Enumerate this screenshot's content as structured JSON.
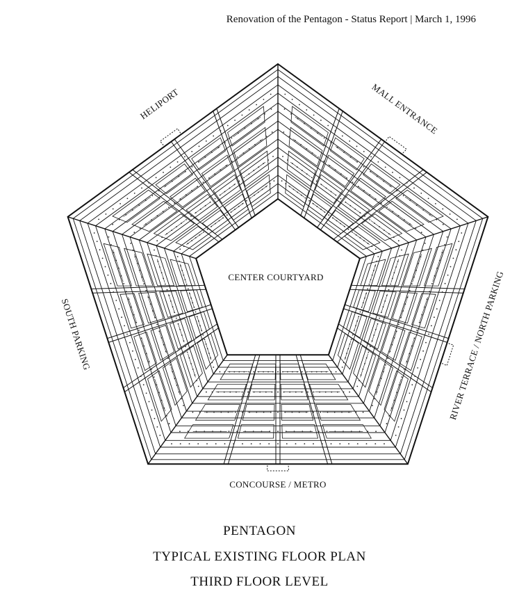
{
  "header": {
    "text": "Renovation of the Pentagon - Status Report | March 1, 1996"
  },
  "labels": {
    "heliport": "HELIPORT",
    "mall_entrance": "MALL ENTRANCE",
    "river_terrace": "RIVER TERRACE / NORTH PARKING",
    "south_parking": "SOUTH PARKING",
    "concourse": "CONCOURSE / METRO",
    "courtyard": "CENTER COURTYARD"
  },
  "caption": {
    "line1": "PENTAGON",
    "line2": "TYPICAL EXISTING FLOOR PLAN",
    "line3": "THIRD FLOOR LEVEL"
  }
}
